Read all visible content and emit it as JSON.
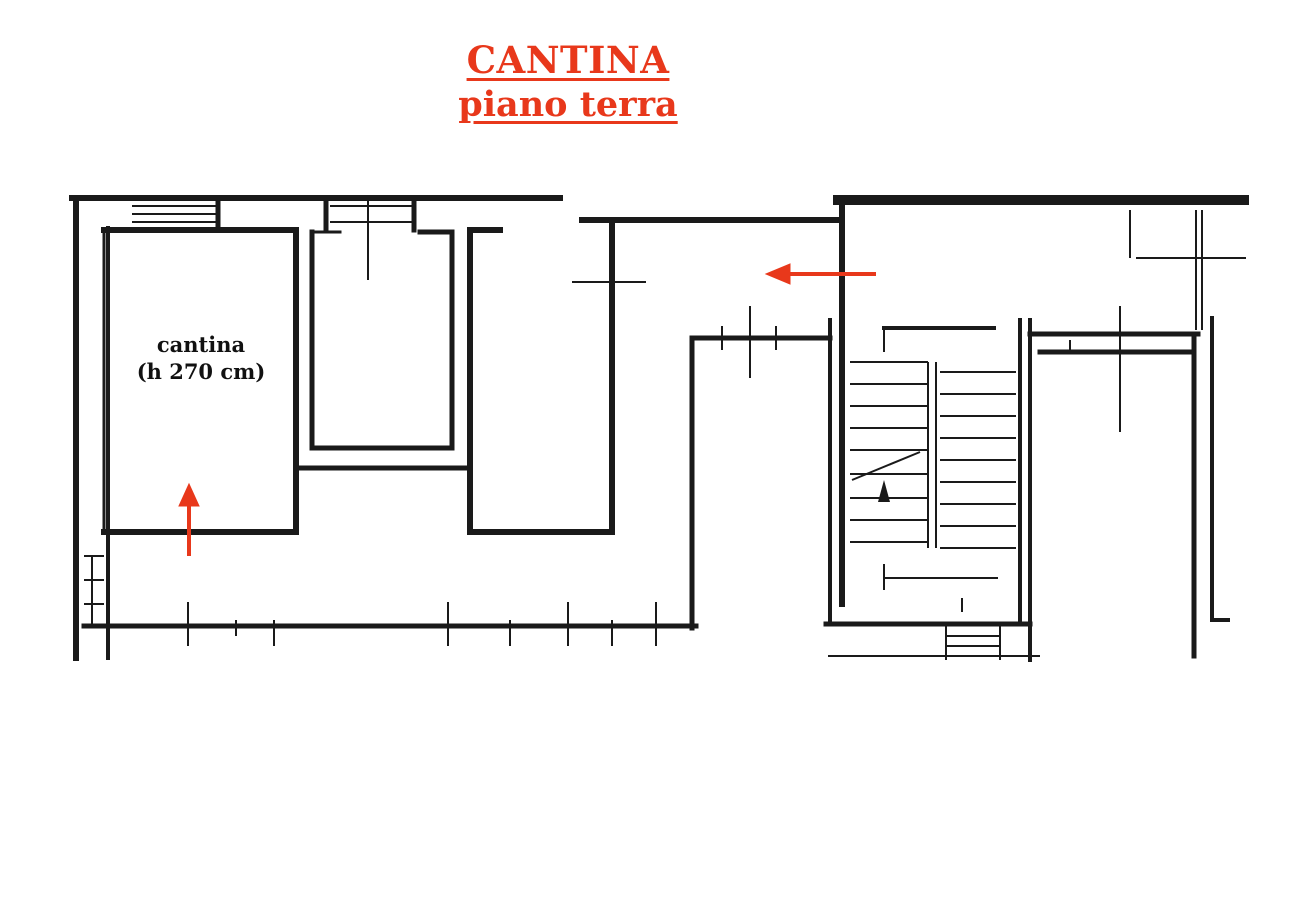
{
  "title": {
    "line1": "CANTINA",
    "line2": "piano terra"
  },
  "rooms": [
    {
      "label_line1": "cantina",
      "label_line2": "(h 270 cm)"
    }
  ],
  "colors": {
    "accent": "#e8381b",
    "wall": "#1a1a1a",
    "background": "#ffffff"
  },
  "icons": [
    "arrow-up-icon",
    "arrow-left-icon"
  ]
}
